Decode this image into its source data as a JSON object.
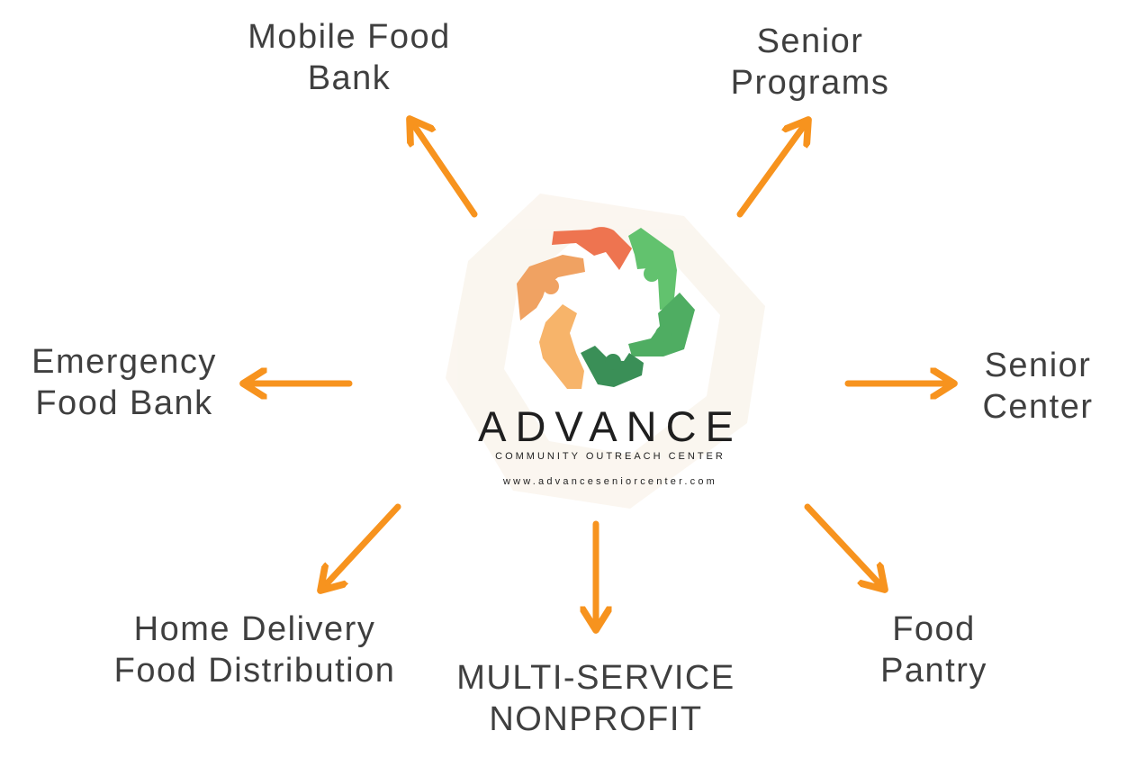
{
  "center": {
    "brand_name": "ADVANCE",
    "tagline": "COMMUNITY OUTREACH CENTER",
    "url": "www.advanceseniorcenter.com"
  },
  "nodes": {
    "mobile_food_bank": {
      "line1": "Mobile Food",
      "line2": "Bank"
    },
    "senior_programs": {
      "line1": "Senior",
      "line2": "Programs"
    },
    "emergency_food_bank": {
      "line1": "Emergency",
      "line2": "Food Bank"
    },
    "senior_center": {
      "line1": "Senior",
      "line2": "Center"
    },
    "home_delivery": {
      "line1": "Home Delivery",
      "line2": "Food Distribution"
    },
    "multi_service": {
      "line1": "MULTI-SERVICE",
      "line2": "NONPROFIT"
    },
    "food_pantry": {
      "line1": "Food",
      "line2": "Pantry"
    }
  },
  "colors": {
    "arrow": "#f7931e",
    "text": "#3f3f3f",
    "logo_red": "#ee7450",
    "logo_orange": "#f0a262",
    "logo_light_orange": "#f7b46a",
    "logo_green": "#62c26e",
    "logo_mid_green": "#4fad62",
    "logo_dark_green": "#3a8f57"
  }
}
